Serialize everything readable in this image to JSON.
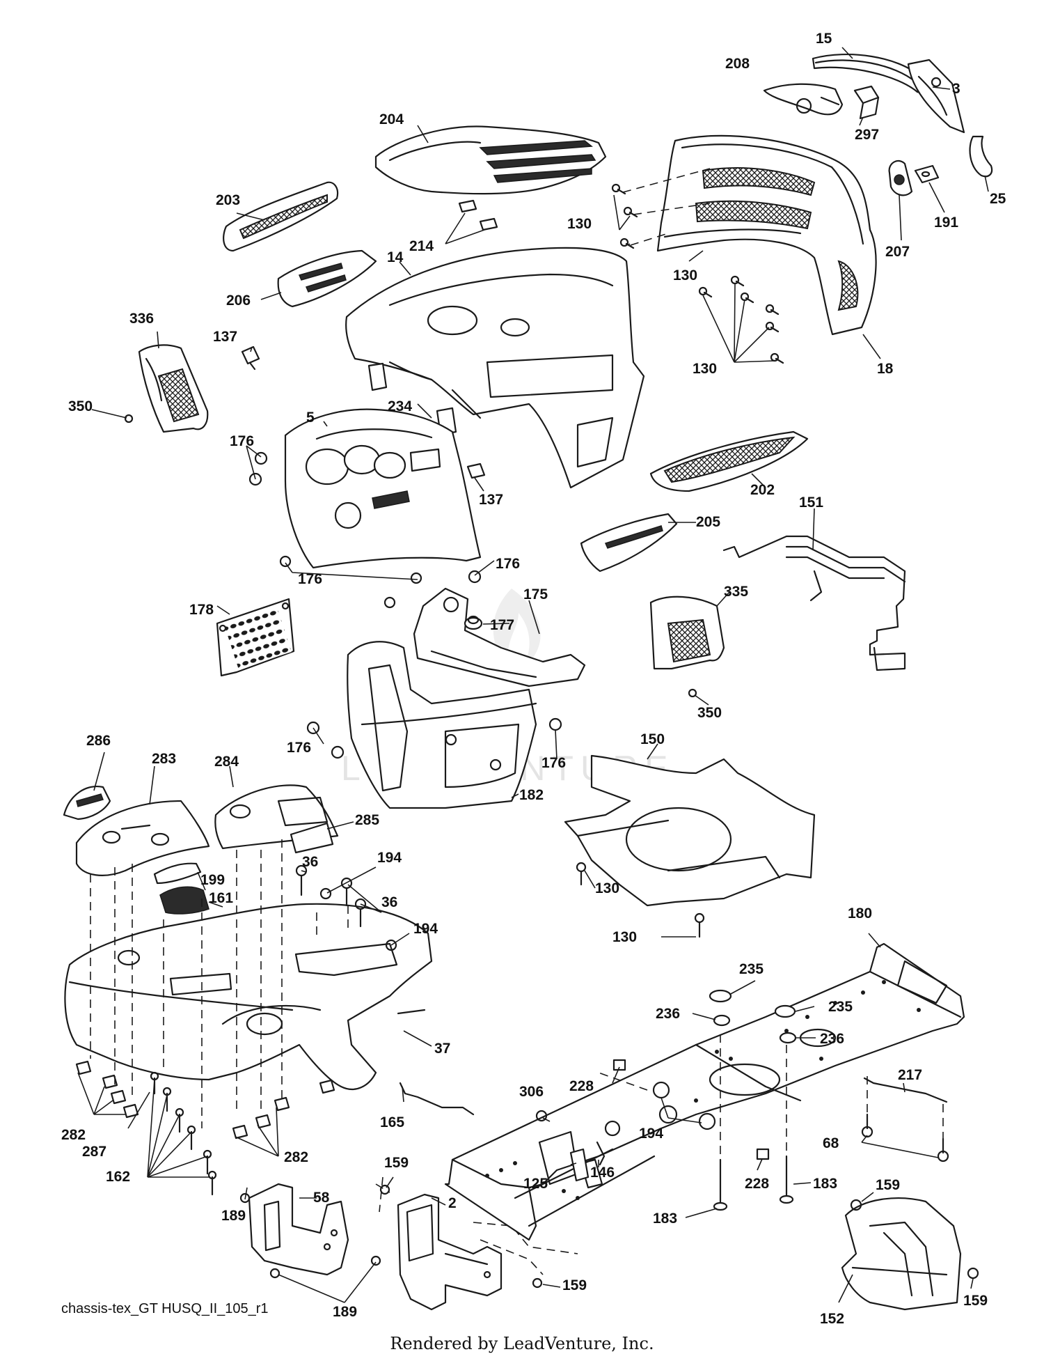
{
  "drawing_id": "chassis-tex_GT HUSQ_II_105_r1",
  "render_credit": "Rendered by LeadVenture, Inc.",
  "watermark": "LEADVENTURE",
  "callouts": [
    {
      "id": "c15",
      "text": "15"
    },
    {
      "id": "c208",
      "text": "208"
    },
    {
      "id": "c3",
      "text": "3"
    },
    {
      "id": "c297",
      "text": "297"
    },
    {
      "id": "c204",
      "text": "204"
    },
    {
      "id": "c25",
      "text": "25"
    },
    {
      "id": "c191",
      "text": "191"
    },
    {
      "id": "c207",
      "text": "207"
    },
    {
      "id": "c203",
      "text": "203"
    },
    {
      "id": "c214",
      "text": "214"
    },
    {
      "id": "c130a",
      "text": "130"
    },
    {
      "id": "c130b",
      "text": "130"
    },
    {
      "id": "c130c",
      "text": "130"
    },
    {
      "id": "c14",
      "text": "14"
    },
    {
      "id": "c206",
      "text": "206"
    },
    {
      "id": "c336",
      "text": "336"
    },
    {
      "id": "c137a",
      "text": "137"
    },
    {
      "id": "c18",
      "text": "18"
    },
    {
      "id": "c350a",
      "text": "350"
    },
    {
      "id": "c234",
      "text": "234"
    },
    {
      "id": "c5",
      "text": "5"
    },
    {
      "id": "c176a",
      "text": "176"
    },
    {
      "id": "c137b",
      "text": "137"
    },
    {
      "id": "c202",
      "text": "202"
    },
    {
      "id": "c151",
      "text": "151"
    },
    {
      "id": "c205",
      "text": "205"
    },
    {
      "id": "c176b",
      "text": "176"
    },
    {
      "id": "c176c",
      "text": "176"
    },
    {
      "id": "c178",
      "text": "178"
    },
    {
      "id": "c175",
      "text": "175"
    },
    {
      "id": "c177",
      "text": "177"
    },
    {
      "id": "c335",
      "text": "335"
    },
    {
      "id": "c350b",
      "text": "350"
    },
    {
      "id": "c150",
      "text": "150"
    },
    {
      "id": "c286",
      "text": "286"
    },
    {
      "id": "c283",
      "text": "283"
    },
    {
      "id": "c284",
      "text": "284"
    },
    {
      "id": "c176d",
      "text": "176"
    },
    {
      "id": "c176e",
      "text": "176"
    },
    {
      "id": "c182",
      "text": "182"
    },
    {
      "id": "c285",
      "text": "285"
    },
    {
      "id": "c194a",
      "text": "194"
    },
    {
      "id": "c36a",
      "text": "36"
    },
    {
      "id": "c36b",
      "text": "36"
    },
    {
      "id": "c199",
      "text": "199"
    },
    {
      "id": "c161",
      "text": "161"
    },
    {
      "id": "c194b",
      "text": "194"
    },
    {
      "id": "c130d",
      "text": "130"
    },
    {
      "id": "c130e",
      "text": "130"
    },
    {
      "id": "c180",
      "text": "180"
    },
    {
      "id": "c235a",
      "text": "235"
    },
    {
      "id": "c236a",
      "text": "236"
    },
    {
      "id": "c235b",
      "text": "235"
    },
    {
      "id": "c236b",
      "text": "236"
    },
    {
      "id": "c37",
      "text": "37"
    },
    {
      "id": "c228a",
      "text": "228"
    },
    {
      "id": "c217",
      "text": "217"
    },
    {
      "id": "c306",
      "text": "306"
    },
    {
      "id": "c194c",
      "text": "194"
    },
    {
      "id": "c68",
      "text": "68"
    },
    {
      "id": "c282a",
      "text": "282"
    },
    {
      "id": "c287",
      "text": "287"
    },
    {
      "id": "c165",
      "text": "165"
    },
    {
      "id": "c282b",
      "text": "282"
    },
    {
      "id": "c146",
      "text": "146"
    },
    {
      "id": "c162",
      "text": "162"
    },
    {
      "id": "c125",
      "text": "125"
    },
    {
      "id": "c228b",
      "text": "228"
    },
    {
      "id": "c183a",
      "text": "183"
    },
    {
      "id": "c159a",
      "text": "159"
    },
    {
      "id": "c159b",
      "text": "159"
    },
    {
      "id": "c58",
      "text": "58"
    },
    {
      "id": "c2",
      "text": "2"
    },
    {
      "id": "c183b",
      "text": "183"
    },
    {
      "id": "c189a",
      "text": "189"
    },
    {
      "id": "c159c",
      "text": "159"
    },
    {
      "id": "c189b",
      "text": "189"
    },
    {
      "id": "c159d",
      "text": "159"
    },
    {
      "id": "c152",
      "text": "152"
    }
  ]
}
